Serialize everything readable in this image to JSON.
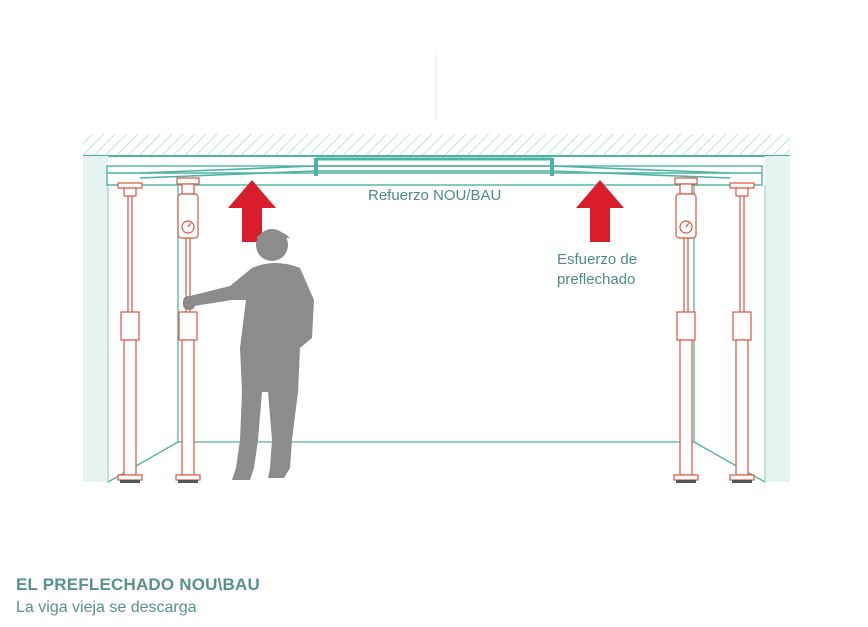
{
  "labels": {
    "reinforcement": "Refuerzo NOU/BAU",
    "prestress_line1": "Esfuerzo de",
    "prestress_line2": "preflechado"
  },
  "caption": {
    "title": "EL PREFLECHADO NOU\\BAU",
    "subtitle": "La viga vieja se descarga"
  },
  "colors": {
    "structure": "#4db3a2",
    "props": "#d9553f",
    "arrow": "#d81e2a",
    "person": "#8c8c8c",
    "text": "#4f8a8b"
  },
  "icons": {
    "arrow": "up-arrow-icon",
    "person": "worker-silhouette",
    "gauge": "pressure-gauge-icon"
  }
}
